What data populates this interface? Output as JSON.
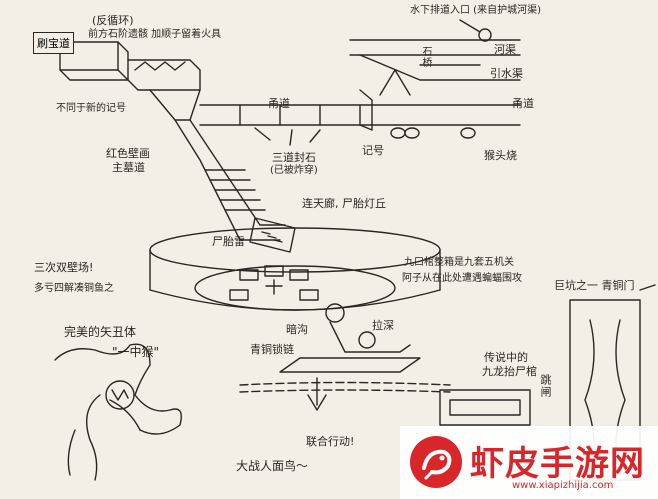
{
  "labels": {
    "reverse_bracket": "(反循环)",
    "top_left_note": "前方石阶遗骸 加顺子留着火具",
    "room_box": "刷宝道",
    "no_mark": "不同于新的记号",
    "red_wall_l1": "红色壁画",
    "red_wall_l2": "主墓道",
    "passage_a": "甬道",
    "passage_b": "甬道",
    "three_stones_l1": "三道封石",
    "three_stones_l2": "(已被炸穿)",
    "mark": "记号",
    "monkey_head": "猴头烧",
    "water_top": "水下排道入口 (来自护城河渠)",
    "moat": "河渠",
    "stone_bridge": "石桥",
    "diversion": "引水渠",
    "sky_bridge": "连天廊, 尸胎灯丘",
    "corpse_rat": "尸胎雷",
    "three_mistakes_l1": "三次双壁场!",
    "three_mistakes_l2": "多亏四解凑铜鱼之",
    "nine_mouth_l1": "九口棺整箱是九套五机关",
    "nine_mouth_l2": "阿子从在此处遭遇蝙蝠围攻",
    "giant_pit": "巨坑之一 青铜门",
    "perfect_body": "完美的矢丑体",
    "two_monkey": "\"一中猴\"",
    "dark_drain": "暗沟",
    "pull_deep": "拉深",
    "bronze_chain": "青铜锁链",
    "legend_l1": "传说中的",
    "legend_l2": "九龙抬尸棺",
    "jump_dock": "跳闸",
    "joint_action": "联合行动!",
    "battle": "大战人面鸟～"
  },
  "watermark": {
    "name": "虾皮手游网",
    "url": "www.xiapizhijia.com",
    "accent": "#d9262a"
  },
  "colors": {
    "paper": "#f3efe6",
    "ink": "#2a2622"
  }
}
